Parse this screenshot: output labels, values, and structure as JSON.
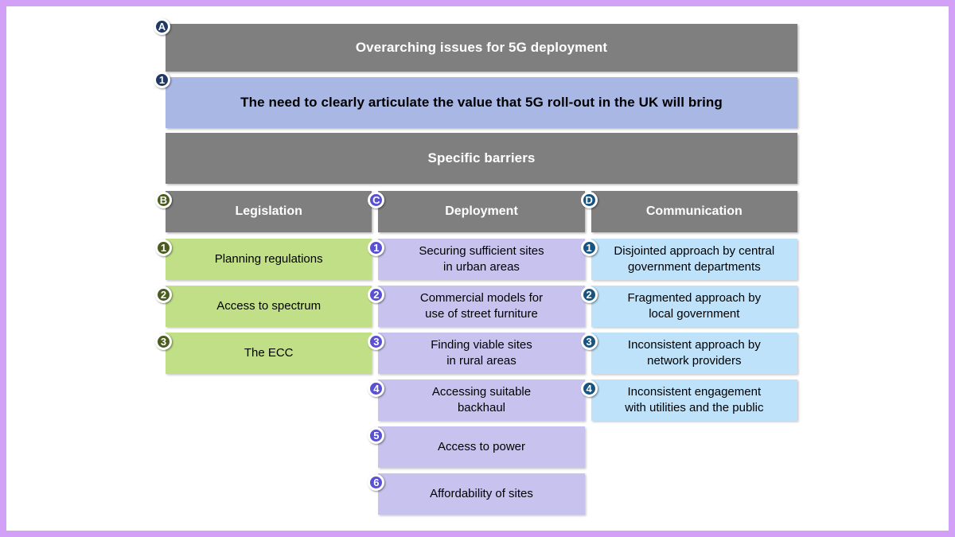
{
  "colors": {
    "frame": "#d2a0f6",
    "canvas": "#ffffff",
    "gray-bar": "#7f7f7f",
    "blue-bar": "#a8b7e3",
    "green-fill": "#c0df87",
    "lavender-fill": "#c7c3ee",
    "lightblue-fill": "#bde2fa",
    "navy-badge": "#1f3864",
    "olive-badge": "#4a5c20",
    "violet-badge": "#5a50d4",
    "darkblue-badge": "#175480"
  },
  "overarching": {
    "badge": "A",
    "title": "Overarching issues for 5G deployment"
  },
  "value_statement": {
    "badge": "1",
    "title": "The need to clearly articulate the value that 5G roll-out in the UK will bring"
  },
  "specific_barriers": {
    "title": "Specific barriers"
  },
  "columns": [
    {
      "badge": "B",
      "title": "Legislation",
      "items": [
        {
          "badge": "1",
          "label": "Planning regulations"
        },
        {
          "badge": "2",
          "label": "Access to spectrum"
        },
        {
          "badge": "3",
          "label": "The ECC"
        }
      ]
    },
    {
      "badge": "C",
      "title": "Deployment",
      "items": [
        {
          "badge": "1",
          "label": "Securing sufficient sites\nin urban areas"
        },
        {
          "badge": "2",
          "label": "Commercial models for\nuse of street furniture"
        },
        {
          "badge": "3",
          "label": "Finding viable sites\nin rural areas"
        },
        {
          "badge": "4",
          "label": "Accessing suitable\nbackhaul"
        },
        {
          "badge": "5",
          "label": "Access to power"
        },
        {
          "badge": "6",
          "label": "Affordability of sites"
        }
      ]
    },
    {
      "badge": "D",
      "title": "Communication",
      "items": [
        {
          "badge": "1",
          "label": "Disjointed approach by central\ngovernment departments"
        },
        {
          "badge": "2",
          "label": "Fragmented approach by\nlocal government"
        },
        {
          "badge": "3",
          "label": "Inconsistent approach by\nnetwork providers"
        },
        {
          "badge": "4",
          "label": "Inconsistent engagement\nwith utilities and the public"
        }
      ]
    }
  ]
}
